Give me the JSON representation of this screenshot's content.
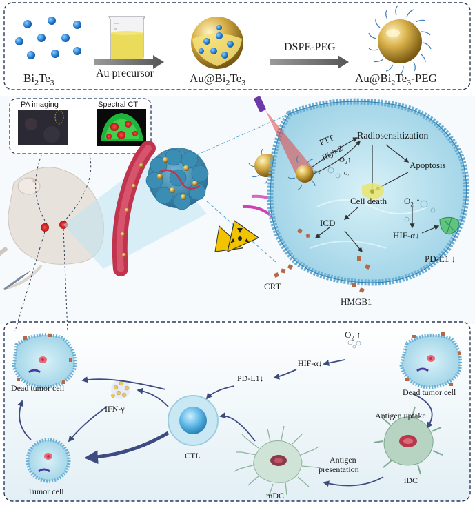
{
  "top_row": {
    "bi2te3": {
      "base": "Bi",
      "sub1": "2",
      "mid": "Te",
      "sub2": "3"
    },
    "arrow1": "Au precursor",
    "au_bi2te3": {
      "base": "Au@Bi",
      "sub1": "2",
      "mid": "Te",
      "sub2": "3"
    },
    "arrow2": "DSPE-PEG",
    "au_bi2te3_peg": {
      "base": "Au@Bi",
      "sub1": "2",
      "mid": "Te",
      "sub2": "3",
      "tail": "-PEG"
    }
  },
  "imaging": {
    "pa": "PA imaging",
    "ct": "Spectral CT"
  },
  "cell": {
    "ptt": "PTT",
    "high_z": "High-Z",
    "o2_inner": "O",
    "o2_inner_sub": "2",
    "o2_small": "O₂",
    "radiosensitization": "Radiosensitization",
    "apoptosis": "Apoptosis",
    "cell_death": "Cell death",
    "o2_up": "O",
    "o2_up_sub": "2",
    "icd": "ICD",
    "hif": "HIF-α",
    "pdl1": "PD-L1",
    "crt": "CRT",
    "hmgb1": "HMGB1"
  },
  "arrows": {
    "up": "↑",
    "down": "↓"
  },
  "bottom": {
    "o2": "O",
    "o2_sub": "2",
    "hif": "HIF-α",
    "pdl1": "PD-L1",
    "dead_tumor_left": "Dead tumor cell",
    "dead_tumor_right": "Dead tumor cell",
    "ifn": "IFN-γ",
    "ctl": "CTL",
    "antigen_uptake": "Antigen uptake",
    "antigen_presentation_1": "Antigen",
    "antigen_presentation_2": "presentation",
    "tumor_cell": "Tumor cell",
    "idc": "iDC",
    "mdc": "mDC"
  },
  "colors": {
    "accent_blue": "#2f7fd0",
    "membrane": "#7fb8dc",
    "cell_fill": "#bfe3ef",
    "vessel": "#c2344e",
    "gold": "#c9a23a",
    "panel_bg": "#eaf4f8",
    "dashed": "#2a3a5a"
  }
}
